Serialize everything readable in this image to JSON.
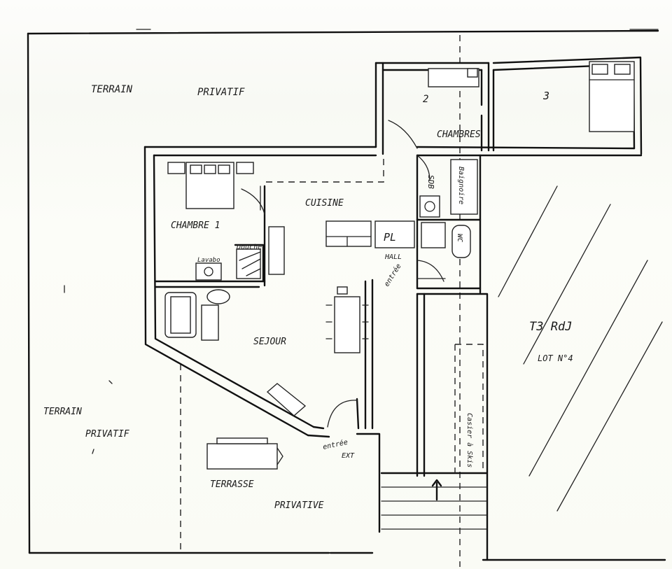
{
  "labels": {
    "terrain_top_1": "TERRAIN",
    "terrain_top_2": "PRIVATIF",
    "terrain_left_1": "TERRAIN",
    "terrain_left_2": "PRIVATIF",
    "chambres": "CHAMBRES",
    "room_2": "2",
    "room_3": "3",
    "chambre_1": "CHAMBRE 1",
    "cuisine": "CUISINE",
    "sdb": "SDB",
    "baignoire": "Baignoire",
    "pl": "PL",
    "hall": "HALL",
    "entree": "entrée",
    "wc": "WC",
    "douche": "Douche",
    "lavabo": "Lavabo",
    "sejour": "SEJOUR",
    "terrasse": "TERRASSE",
    "privative": "PRIVATIVE",
    "entree_ext_1": "entrée",
    "entree_ext_2": "EXT",
    "t3_rdj": "T3 RdJ",
    "lot": "LOT N°4",
    "casier": "Casier à Skis"
  }
}
